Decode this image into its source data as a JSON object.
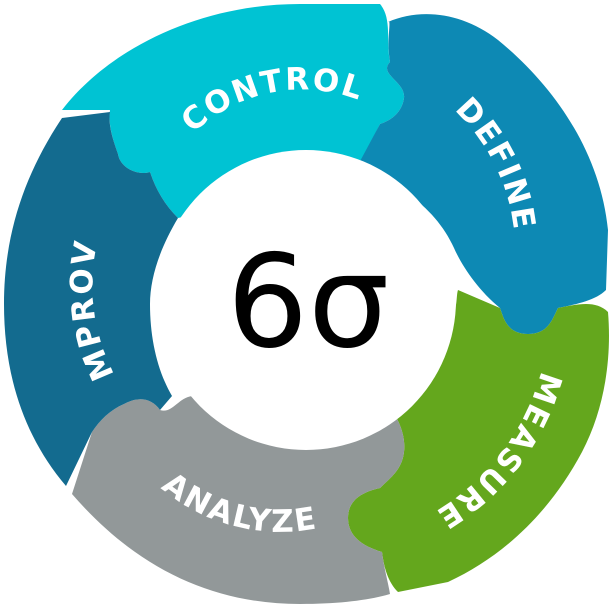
{
  "center": {
    "symbol": "6σ"
  },
  "segments": [
    {
      "id": "control",
      "label": "CONTROL",
      "color": "#00C3D3"
    },
    {
      "id": "define",
      "label": "DEFINE",
      "color": "#0D89B4"
    },
    {
      "id": "measure",
      "label": "MEASURE",
      "color": "#64A71D"
    },
    {
      "id": "analyze",
      "label": "ANALYZE",
      "color": "#929899"
    },
    {
      "id": "improve",
      "label": "IMPROVE",
      "color": "#136B8F"
    }
  ]
}
